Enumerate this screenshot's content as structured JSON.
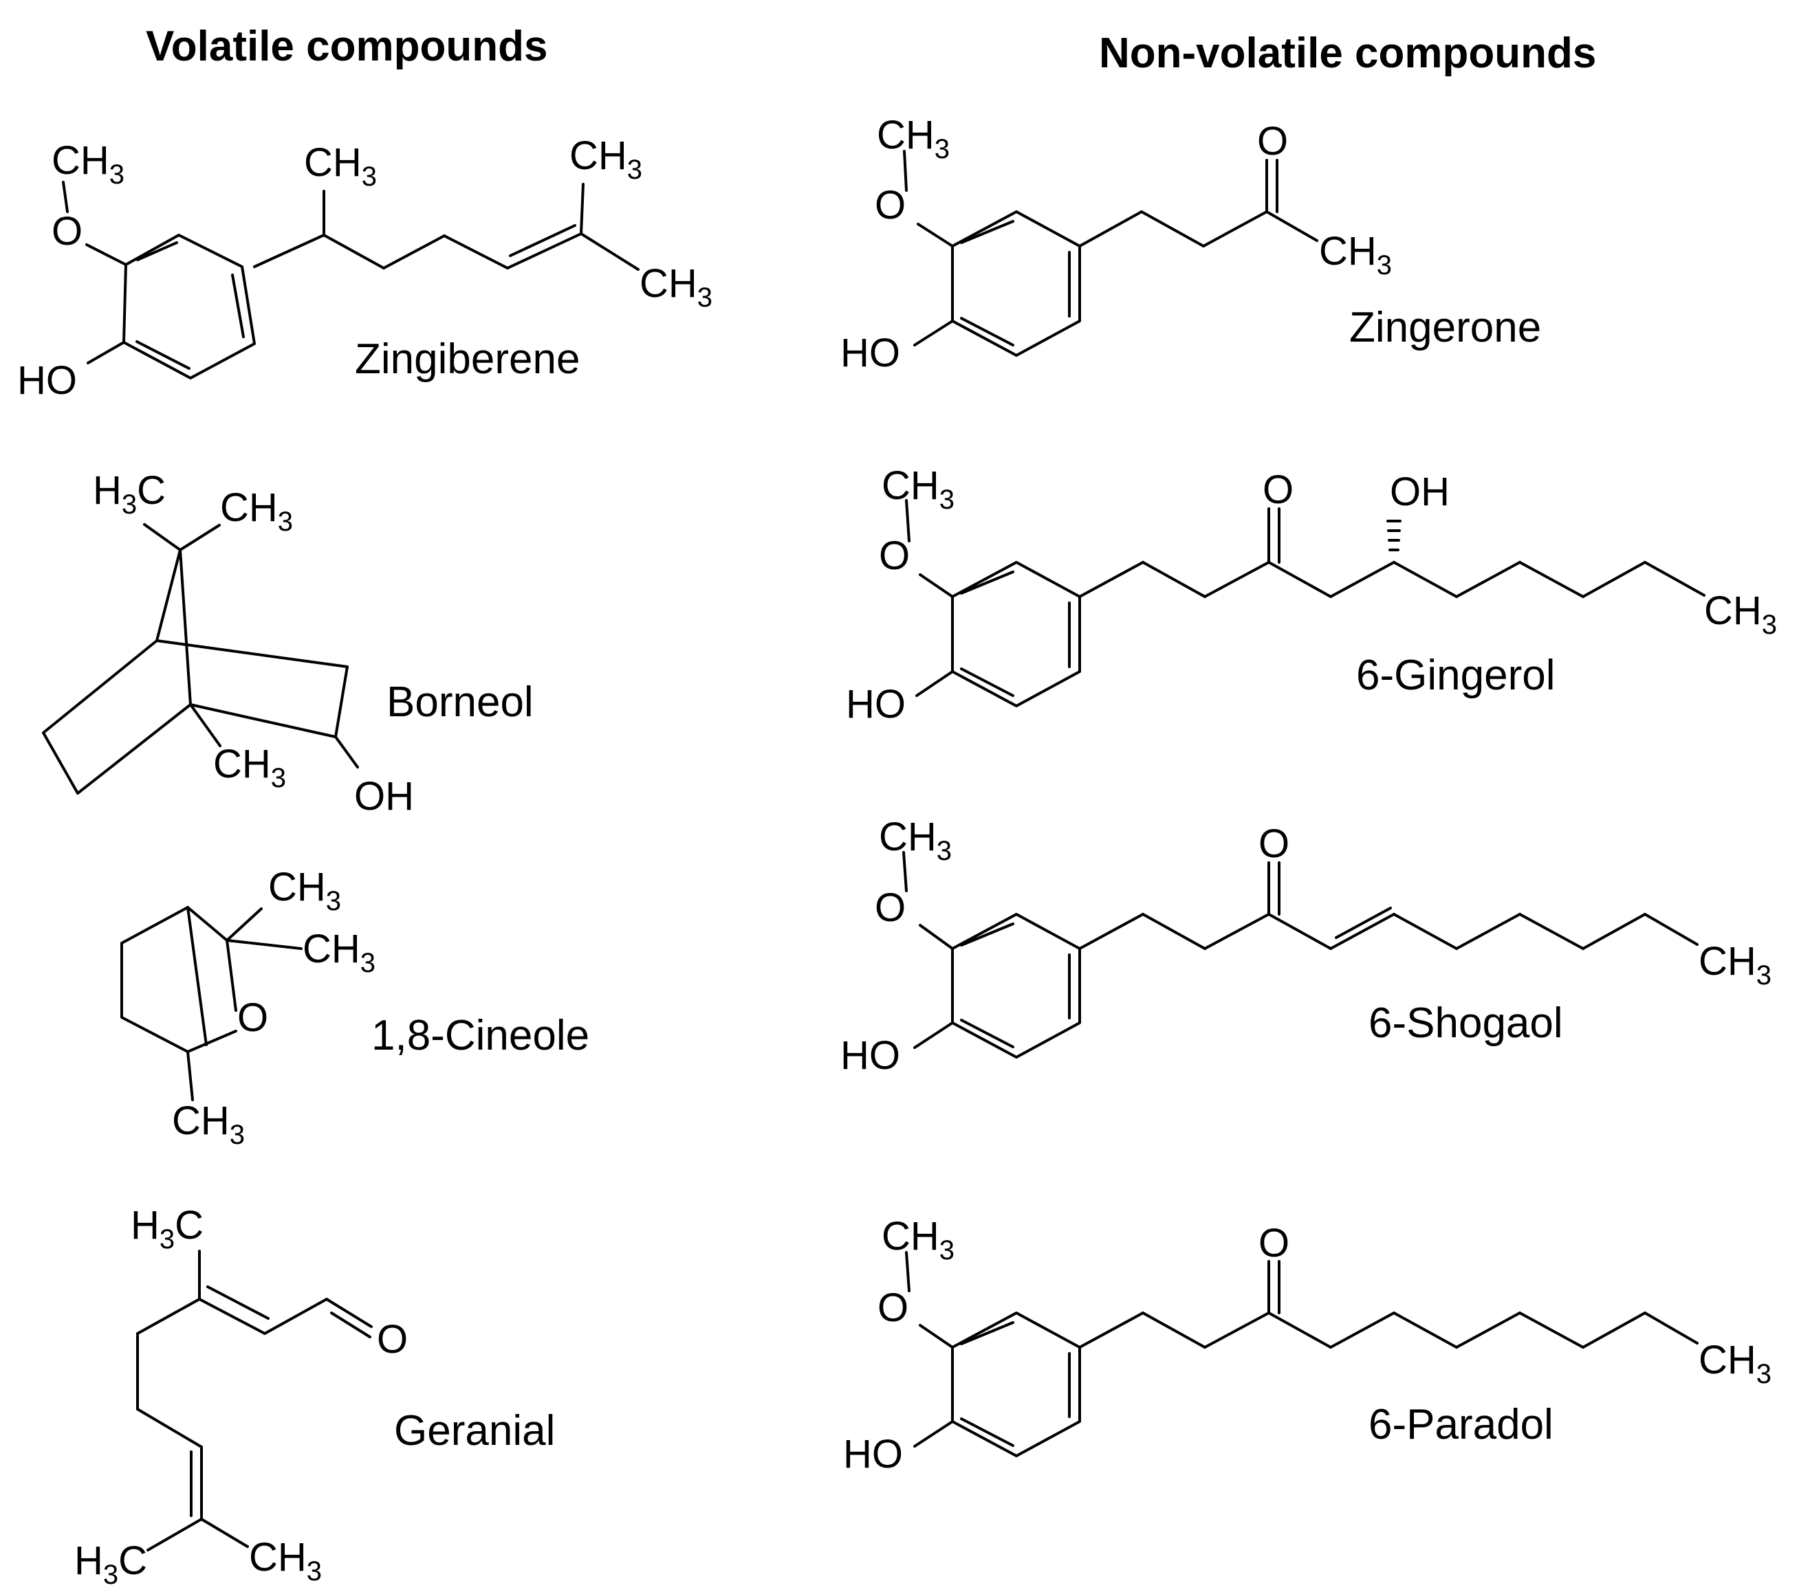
{
  "headings": {
    "volatile": "Volatile compounds",
    "non_volatile": "Non-volatile compounds"
  },
  "compounds": {
    "zingiberene": "Zingiberene",
    "borneol": "Borneol",
    "cineole": "1,8-Cineole",
    "geranial": "Geranial",
    "zingerone": "Zingerone",
    "gingerol": "6-Gingerol",
    "shogaol": "6-Shogaol",
    "paradol": "6-Paradol"
  },
  "atoms": {
    "ch3": "CH",
    "h3c": "H",
    "c": "C",
    "sub3": "3",
    "o": "O",
    "oh": "OH",
    "ho": "HO"
  }
}
